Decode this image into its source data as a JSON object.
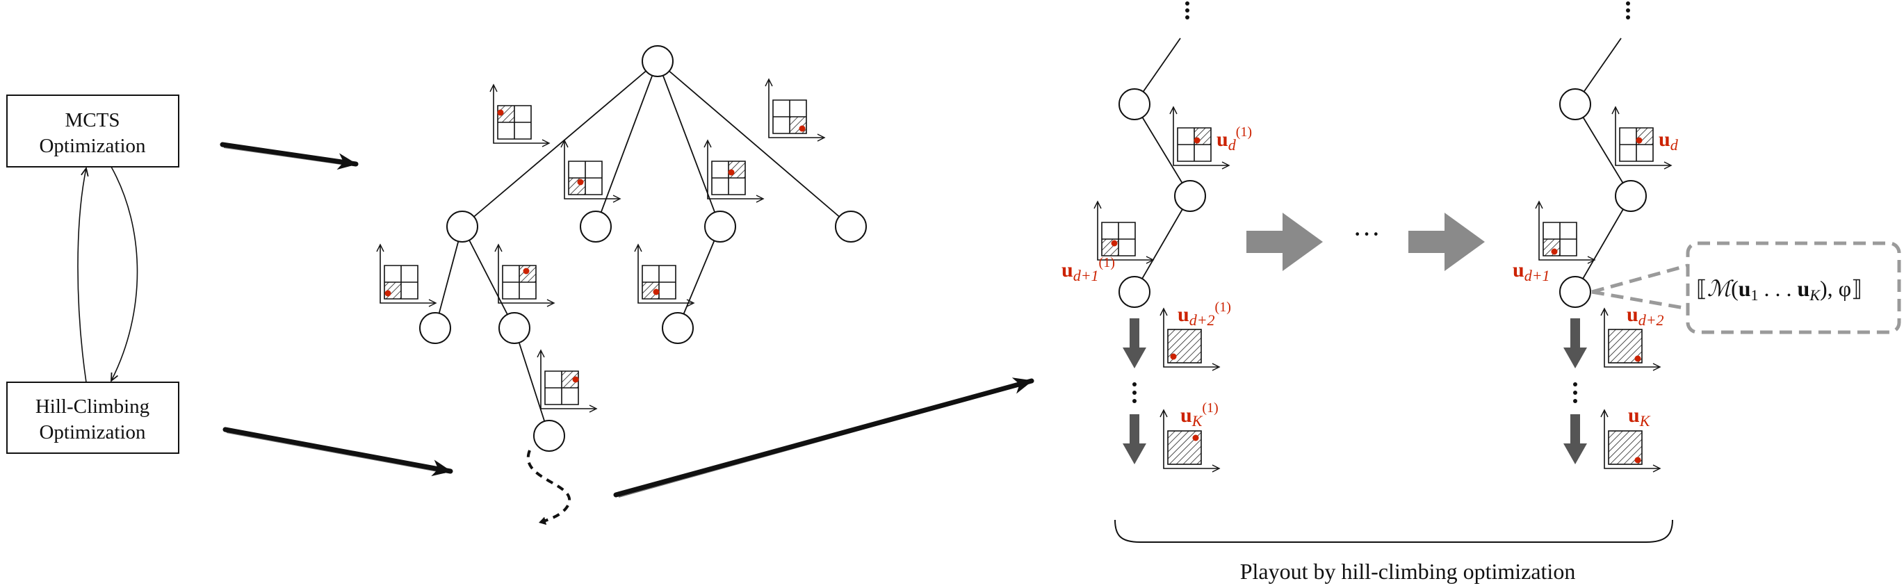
{
  "colors": {
    "ink": "#111111",
    "highlight": "#cc2200",
    "gray_arrow": "#8a8a8a",
    "dark_arrow": "#555555",
    "dash_box": "#9a9a9a"
  },
  "boxes": {
    "mcts": [
      "MCTS",
      "Optimization"
    ],
    "hill": [
      "Hill-Climbing",
      "Optimization"
    ]
  },
  "playout1": {
    "ud": "u",
    "ud_sub": "d",
    "ud_sup": "(1)",
    "ud1": "u",
    "ud1_sub": "d+1",
    "ud1_sup": "(1)",
    "ud2": "u",
    "ud2_sub": "d+2",
    "ud2_sup": "(1)",
    "uk": "u",
    "uk_sub": "K",
    "uk_sup": "(1)"
  },
  "playout2": {
    "ud": "u",
    "ud_sub": "d",
    "ud1": "u",
    "ud1_sub": "d+1",
    "ud2": "u",
    "ud2_sub": "d+2",
    "uk": "u",
    "uk_sub": "K"
  },
  "ellipsis_mid": "···",
  "formula": {
    "open": "⟦",
    "script_m": "ℳ",
    "lparen": "(",
    "u1": "u",
    "u1_sub": "1",
    "dots": " . . . ",
    "uk": "u",
    "uk_sub": "K",
    "rest": "), φ",
    "close": "⟧"
  },
  "caption": "Playout by hill-climbing optimization"
}
